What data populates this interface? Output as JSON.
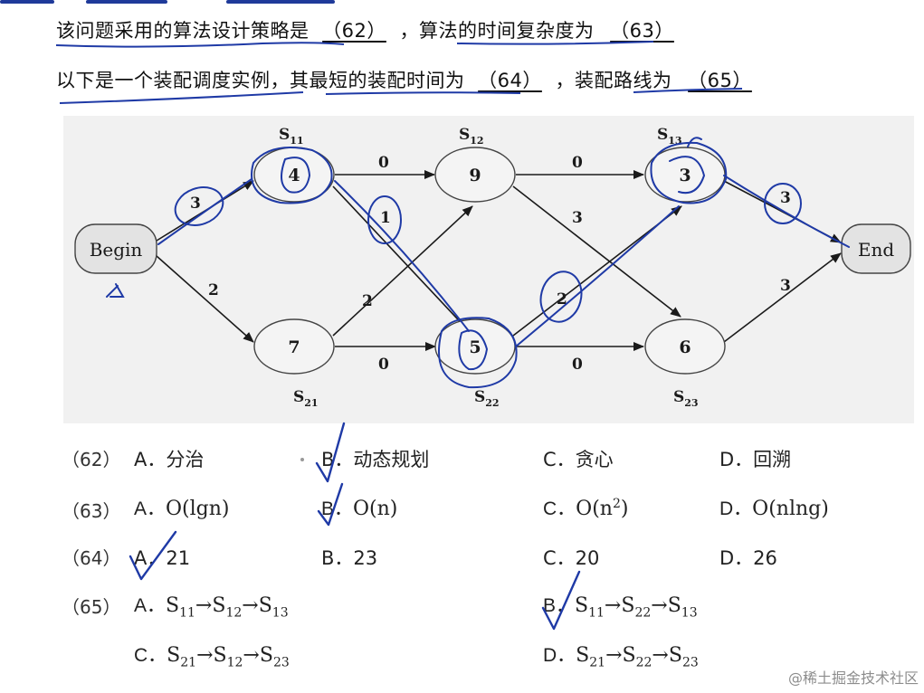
{
  "questions": {
    "line1": {
      "text": "该问题采用的算法设计策略是",
      "b1": "（62）",
      "mid": "，算法的时间复杂度为",
      "b2": "（63）"
    },
    "line2": {
      "text": "以下是一个装配调度实例，其最短的装配时间为",
      "b1": "（64）",
      "mid": "，装配路线为",
      "b2": "（65）"
    }
  },
  "diagram": {
    "begin_label": "Begin",
    "end_label": "End",
    "nodes": {
      "s11": {
        "value": "4",
        "name": "S",
        "sub": "11"
      },
      "s12": {
        "value": "9",
        "name": "S",
        "sub": "12"
      },
      "s13": {
        "value": "3",
        "name": "S",
        "sub": "13"
      },
      "s21": {
        "value": "7",
        "name": "S",
        "sub": "21"
      },
      "s22": {
        "value": "5",
        "name": "S",
        "sub": "22"
      },
      "s23": {
        "value": "6",
        "name": "S",
        "sub": "23"
      }
    },
    "edges": {
      "begin_s11": "3",
      "begin_s21": "2",
      "s11_s12": "0",
      "s11_s22": "1",
      "s21_s12": "2",
      "s21_s22": "0",
      "s12_s13": "0",
      "s12_s23": "3",
      "s22_s13": "2",
      "s22_s23": "0",
      "s13_end": "3",
      "s23_end": "3"
    },
    "annotations": {
      "begin_mark": "Δ",
      "circled_weights": [
        "3",
        "1",
        "2",
        "3"
      ]
    }
  },
  "options": {
    "q62": {
      "num": "（62）",
      "a": "A．分治",
      "b": "B．动态规划",
      "c": "C．贪心",
      "d": "D．回溯"
    },
    "q63": {
      "num": "（63）",
      "a": {
        "lbl": "A．",
        "expr": "O(lgn)"
      },
      "b": {
        "lbl": "B．",
        "expr": "O(n)"
      },
      "c": {
        "lbl": "C．",
        "expr": "O(n",
        "sup": "2",
        "tail": ")"
      },
      "d": {
        "lbl": "D．",
        "expr": "O(nlng)"
      }
    },
    "q64": {
      "num": "（64）",
      "a": "A．21",
      "b": "B．23",
      "c": "C．20",
      "d": "D．26"
    },
    "q65": {
      "num": "（65）",
      "a": {
        "lbl": "A．",
        "s1": "11",
        "s2": "12",
        "s3": "13"
      },
      "b": {
        "lbl": "B．",
        "s1": "11",
        "s2": "22",
        "s3": "13"
      },
      "c": {
        "lbl": "C．",
        "s1": "21",
        "s2": "12",
        "s3": "23"
      },
      "d": {
        "lbl": "D．",
        "s1": "21",
        "s2": "22",
        "s3": "23"
      },
      "s": "S",
      "arrow": "→"
    }
  },
  "watermark": "@稀土掘金技术社区",
  "colors": {
    "ink": "#1f3aa6",
    "node_fill": "#f4f4f4",
    "begin_fill": "#e3e3e3",
    "edge": "#1a1a1a"
  }
}
